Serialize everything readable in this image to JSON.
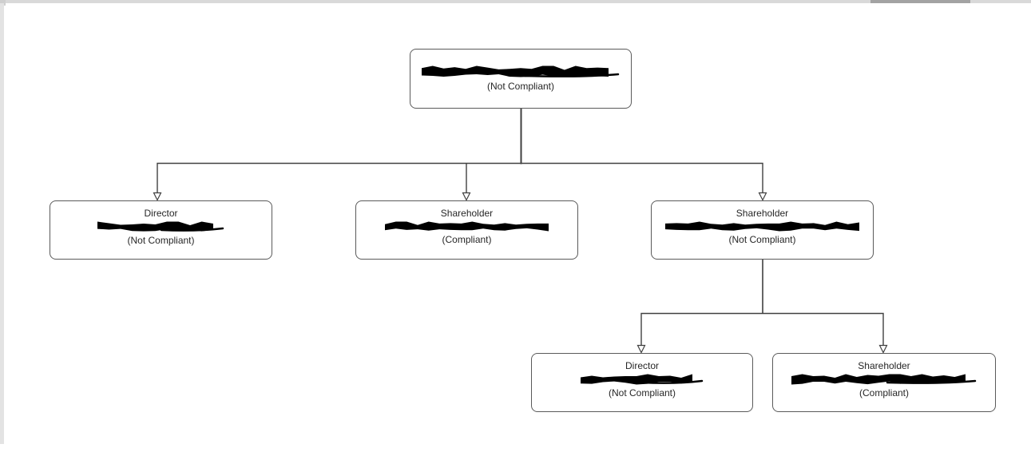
{
  "org_chart": {
    "nodes": [
      {
        "id": "root",
        "role": "",
        "name_redacted": true,
        "status": "(Not Compliant)"
      },
      {
        "id": "director-1",
        "role": "Director",
        "name_redacted": true,
        "status": "(Not Compliant)"
      },
      {
        "id": "shareholder-1",
        "role": "Shareholder",
        "name_redacted": true,
        "status": "(Compliant)"
      },
      {
        "id": "shareholder-2",
        "role": "Shareholder",
        "name_redacted": true,
        "status": "(Not Compliant)"
      },
      {
        "id": "director-2",
        "role": "Director",
        "name_redacted": true,
        "status": "(Not Compliant)"
      },
      {
        "id": "shareholder-3",
        "role": "Shareholder",
        "name_redacted": true,
        "status": "(Compliant)"
      }
    ],
    "edges": [
      {
        "from": "root",
        "to": "director-1"
      },
      {
        "from": "root",
        "to": "shareholder-1"
      },
      {
        "from": "root",
        "to": "shareholder-2"
      },
      {
        "from": "shareholder-2",
        "to": "director-2"
      },
      {
        "from": "shareholder-2",
        "to": "shareholder-3"
      }
    ]
  },
  "colors": {
    "connector_line": "#404040",
    "box_border": "#5a5a5a",
    "text": "#262626",
    "redaction_ink": "#000000",
    "scrollbar_track": "#d9d9d9",
    "scrollbar_thumb": "#a3a3a3",
    "page_background": "#ffffff"
  }
}
